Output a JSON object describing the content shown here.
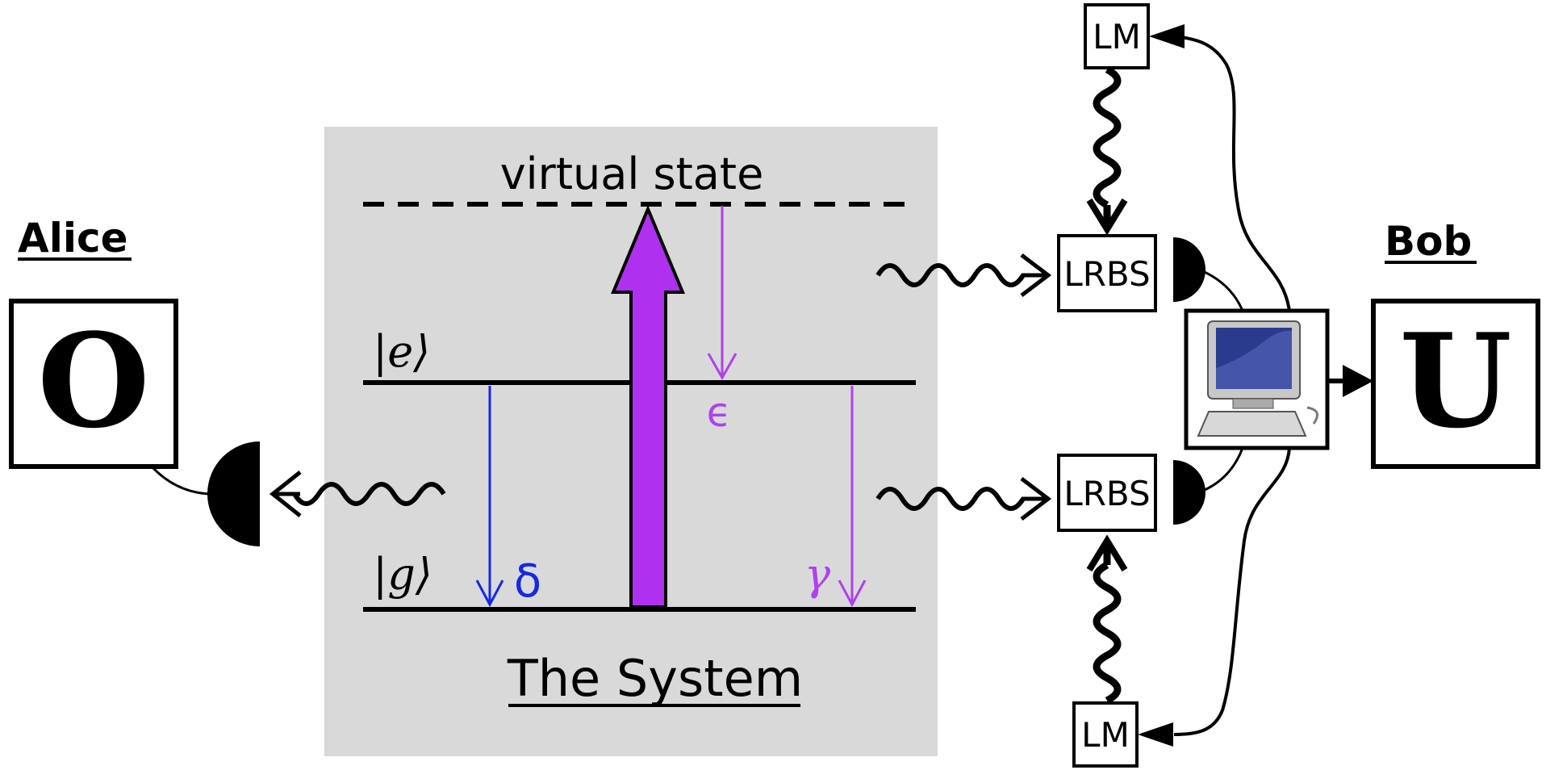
{
  "alice": {
    "label": "Alice",
    "box_letter": "O"
  },
  "bob": {
    "label": "Bob",
    "box_letter": "U"
  },
  "system": {
    "title": "The System",
    "virtual_state": "virtual state",
    "excited_state": "|e⟩",
    "ground_state": "|g⟩",
    "transition_delta": "δ",
    "transition_epsilon": "ϵ",
    "transition_gamma": "γ"
  },
  "lrbs_top": "LRBS",
  "lrbs_bottom": "LRBS",
  "lm_top": "LM",
  "lm_bottom": "LM",
  "colors": {
    "panel": "#d9d9d9",
    "pump": "#b030f0",
    "delta": "#1428e6",
    "purple_arrows": "#b040f0"
  }
}
